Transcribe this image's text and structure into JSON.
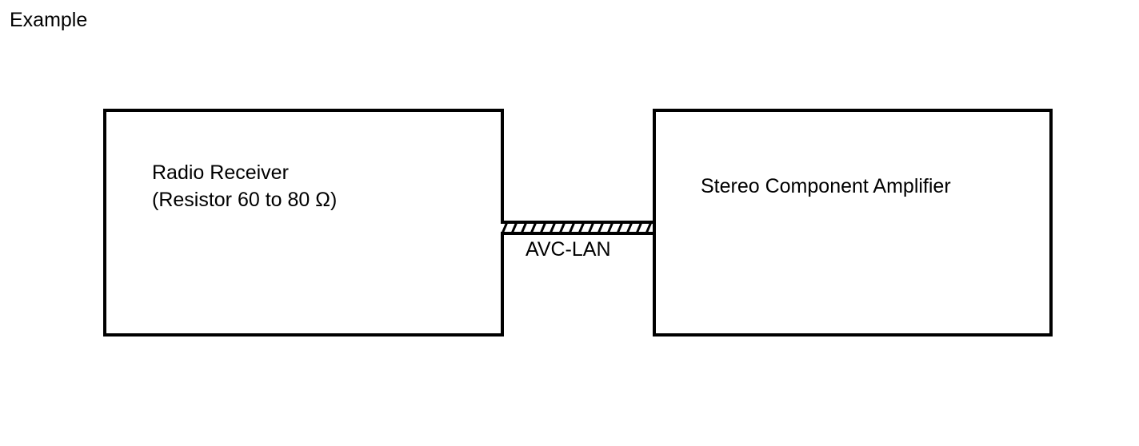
{
  "page_label": "Example",
  "nodes": [
    {
      "id": "radio-receiver",
      "lines": [
        "Radio Receiver",
        "(Resistor 60 to 80 Ω)"
      ]
    },
    {
      "id": "stereo-component-amplifier",
      "lines": [
        "Stereo Component Amplifier"
      ]
    }
  ],
  "connection": {
    "from": "radio-receiver",
    "to": "stereo-component-amplifier",
    "label": "AVC-LAN",
    "style": "hatched-bus"
  },
  "colors": {
    "line": "#000000",
    "background": "#ffffff"
  }
}
